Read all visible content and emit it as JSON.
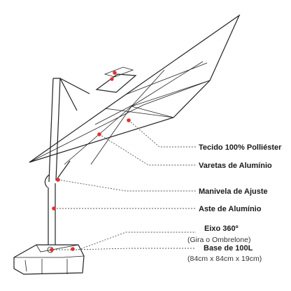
{
  "labels": {
    "fabric": "Tecido 100% Polliéster",
    "ribs": "Varetas de Alumínio",
    "crank": "Manivela de Ajuste",
    "pole": "Aste de  Alumínio",
    "axis": "Eixo 360º",
    "axis_note": "(Gira o Ombrelone)",
    "base": "Base de 100L",
    "base_dims": "(84cm x 84cm x 19cm)"
  },
  "colors": {
    "marker": "#e03030",
    "outline": "#222222"
  }
}
